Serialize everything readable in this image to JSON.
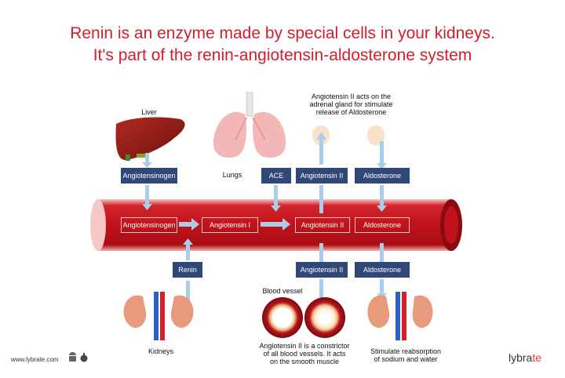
{
  "title": {
    "line1": "Renin is an enzyme made by special cells in your kidneys.",
    "line2": "It's part of the renin-angiotensin-aldosterone system"
  },
  "organs": {
    "liver": "Liver",
    "lungs": "Lungs",
    "kidneys": "Kidneys",
    "blood_vessel": "Blood vessel"
  },
  "boxes_top": {
    "angiotensinogen": "Angiotensinogen",
    "ace": "ACE",
    "angiotensin2": "Angiotensin II",
    "aldosterone": "Aldosterone"
  },
  "vessel_labels": {
    "angiotensinogen": "Angiotensinogen",
    "angiotensin1": "Angiotensin I",
    "angiotensin2": "Angiotensin II",
    "aldosterone": "Aldosterone"
  },
  "boxes_bottom": {
    "renin": "Renin",
    "angiotensin2": "Angiotensin II",
    "aldosterone": "Aldosterone"
  },
  "captions": {
    "adrenal": [
      "Angiotensin II acts on the",
      "adrenal gland for stimulate",
      "release of Aldosterone"
    ],
    "constrictor": [
      "Angiotensin II is a constrictor",
      "of all blood vessels. It acts",
      "on the smooth muscle"
    ],
    "reabsorption": [
      "Stimulate reabsorption",
      "of sodium and water"
    ]
  },
  "footer": {
    "url": "www.lybrate.com",
    "brand_prefix": "lybra",
    "brand_suffix": "te"
  },
  "colors": {
    "title": "#d11f2b",
    "box": "#2f4878",
    "vessel": "#c8141c",
    "arrow": "#a9cdea"
  },
  "icons": [
    "android-icon",
    "apple-icon"
  ]
}
